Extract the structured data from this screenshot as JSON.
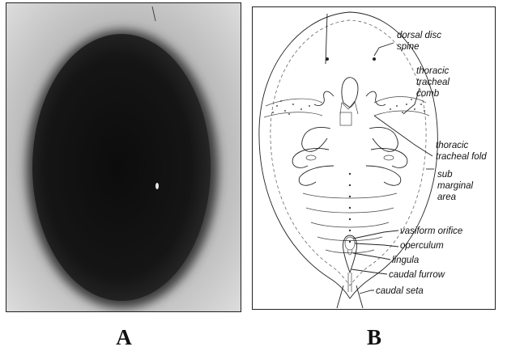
{
  "panels": [
    {
      "letter": "A",
      "kind": "photograph"
    },
    {
      "letter": "B",
      "kind": "labeled diagram"
    }
  ],
  "diagram": {
    "labels": {
      "dorsal_disc_spine_1": "dorsal disc",
      "dorsal_disc_spine_2": "spine",
      "thoracic_tracheal_comb_1": "thoracic",
      "thoracic_tracheal_comb_2": "tracheal",
      "thoracic_tracheal_comb_3": "comb",
      "thoracic_tracheal_fold_1": "thoracic",
      "thoracic_tracheal_fold_2": "tracheal fold",
      "sub_marginal_area_1": "sub",
      "sub_marginal_area_2": "marginal",
      "sub_marginal_area_3": "area",
      "vasiform_orifice": "vasiform orifice",
      "operculum": "operculum",
      "lingula": "lingula",
      "caudal_furrow": "caudal furrow",
      "caudal_seta": "caudal seta"
    }
  },
  "colors": {
    "photo_background": "#cfcfcf",
    "photo_specimen": "#141414",
    "line_art": "#222222"
  }
}
